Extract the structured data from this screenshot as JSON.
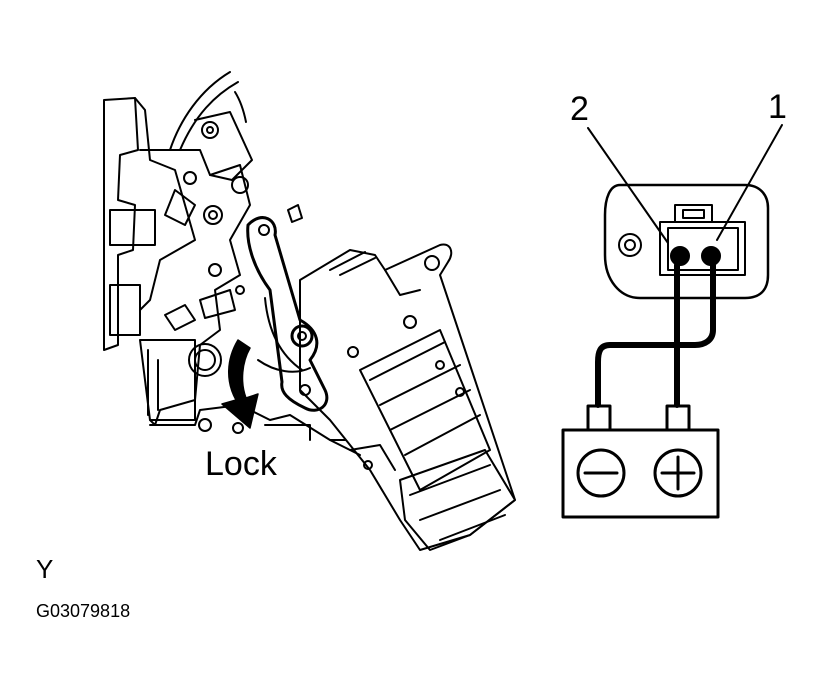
{
  "labels": {
    "lock": "Lock",
    "view": "Y",
    "figure_id": "G03079818",
    "terminal_2": "2",
    "terminal_1": "1"
  },
  "battery": {
    "negative_symbol": "−",
    "positive_symbol": "+"
  },
  "colors": {
    "line": "#000000",
    "background": "#ffffff"
  }
}
